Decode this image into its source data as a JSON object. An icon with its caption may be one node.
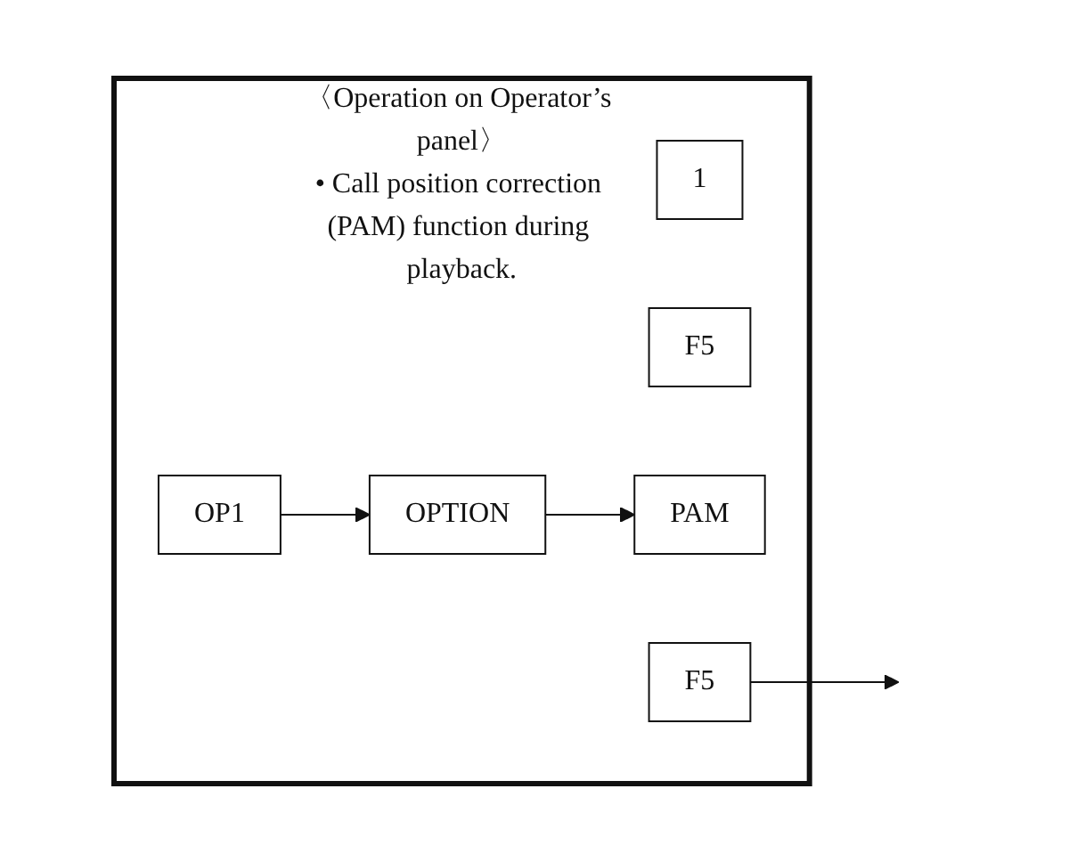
{
  "diagram": {
    "nodes": [
      {
        "text": [
          "〈Operation on Operator’s panel〉",
          "• Call position correction (PAM) function during playback."
        ]
      },
      {
        "text": [
          "1"
        ],
        "in": 0
      },
      {
        "text": [
          "OP1"
        ],
        "in": 0
      },
      {
        "text": [
          "OPTION"
        ],
        "in": 0
      },
      {
        "text": [
          "F5"
        ],
        "in": 0
      },
      {
        "text": [
          "PAM"
        ],
        "in": 0
      },
      {
        "text": [
          "F5"
        ],
        "in": 0
      }
    ],
    "edges": [
      {
        "from": 2,
        "to": 3,
        "arrow": "to"
      },
      {
        "from": 3,
        "to": 5,
        "arrow": "to"
      },
      {
        "from": 6,
        "to": null,
        "arrow": "to"
      }
    ]
  }
}
